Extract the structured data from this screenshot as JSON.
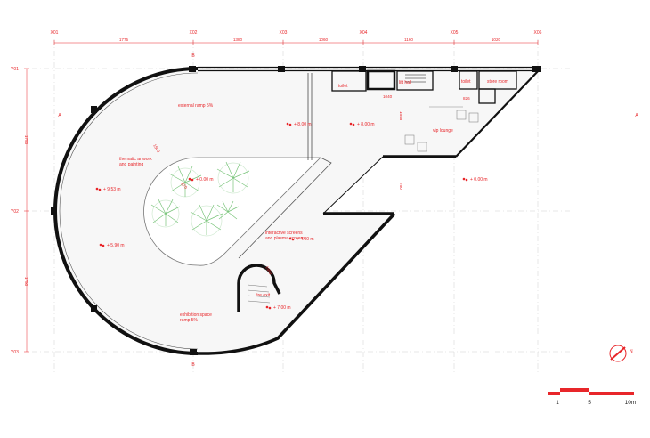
{
  "axes_x": [
    {
      "id": "x01",
      "label": "X01"
    },
    {
      "id": "x02",
      "label": "X02"
    },
    {
      "id": "x03",
      "label": "X03"
    },
    {
      "id": "x04",
      "label": "X04"
    },
    {
      "id": "x05",
      "label": "X05"
    },
    {
      "id": "x06",
      "label": "X06"
    }
  ],
  "axes_y": [
    {
      "id": "y01",
      "label": "Y01"
    },
    {
      "id": "y02",
      "label": "Y02"
    },
    {
      "id": "y03",
      "label": "Y03"
    }
  ],
  "dimensions_top": [
    "1775",
    "1380",
    "1060",
    "1160",
    "1020"
  ],
  "dimensions_left": [
    "1750",
    "1750"
  ],
  "section_marks": {
    "a": "A",
    "b": "B"
  },
  "rooms": {
    "external_ramp": "external ramp 5%",
    "toilet": "toilet",
    "lift_hall": "lift hall",
    "toilet_small": "toilet",
    "store_room": "store room",
    "vip_lounge": "vip lounge",
    "thematic_line1": "thematic artwork",
    "thematic_line2": "and painting",
    "interactive_line1": "interactive screens",
    "interactive_line2": "and plasma screens",
    "exhibition_line1": "exhibition space",
    "exhibition_line2": "ramp 5%",
    "fire_exit": "fire exit"
  },
  "levels": [
    "+ 8.00 m",
    "+ 8.00 m",
    "+ 0.00 m",
    "+ 9.53 m",
    "+ 4.00 m",
    "+ 5.90 m",
    "+ 7.00 m",
    "+ 0.00 m"
  ],
  "inner_dims": [
    "1040",
    "826",
    "1545",
    "750",
    "1500",
    "870",
    "1650"
  ],
  "north_label": "N",
  "scale_bar": {
    "labels": [
      "1",
      "5",
      "10m"
    ]
  },
  "colors": {
    "accent": "#e8262a",
    "wall": "#111111",
    "grid": "#c8c8c8",
    "plant": "#79c47a"
  }
}
